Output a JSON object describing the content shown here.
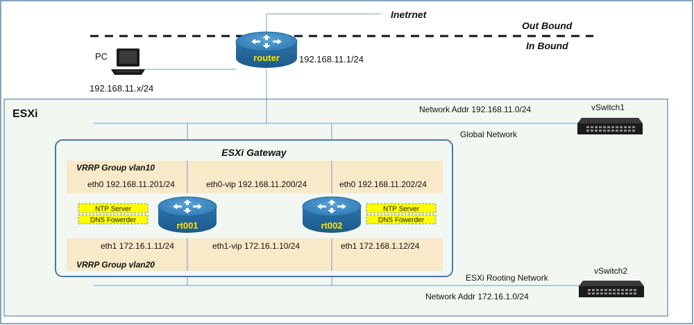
{
  "internet_label": "Inetrnet",
  "out_bound_label": "Out Bound",
  "in_bound_label": "In Bound",
  "pc": {
    "label": "PC",
    "ip": "192.168.11.x/24"
  },
  "router": {
    "label": "router",
    "ip": "192.168.11.1/24"
  },
  "esxi": {
    "title": "ESXi"
  },
  "global_network": {
    "network_addr": "Network Addr 192.168.11.0/24",
    "label": "Global Network",
    "switch_label": "vSwitch1"
  },
  "rooting_network": {
    "label": "ESXi Rooting Network",
    "network_addr": "Network Addr 172.16.1.0/24",
    "switch_label": "vSwitch2"
  },
  "gateway": {
    "title": "ESXi Gateway",
    "vrrp_top": {
      "label": "VRRP Group vlan10",
      "eth0_rt001": "eth0 192.168.11.201/24",
      "vip": "eth0-vip 192.168.11.200/24",
      "eth0_rt002": "eth0 192.168.11.202/24"
    },
    "vrrp_bottom": {
      "label": "VRRP Group vlan20",
      "eth1_rt001": "eth1 172.16.1.11/24",
      "vip": "eth1-vip 172.16.1.10/24",
      "eth1_rt002": "eth1 172.168.1.12/24"
    },
    "rt001": {
      "label": "rt001",
      "services": [
        "NTP Server",
        "DNS Fowerder"
      ]
    },
    "rt002": {
      "label": "rt002",
      "services": [
        "NTP Server",
        "DNS Fowerder"
      ]
    }
  },
  "colors": {
    "router_blue": "#2f7bb3",
    "router_label": "#ffe400",
    "esxi_bg": "#f2f7f2",
    "esxi_border": "#5f86a8",
    "vrrp_band": "#f8e9c9",
    "service_box": "#ffff00",
    "line": "#6f9ec6"
  }
}
